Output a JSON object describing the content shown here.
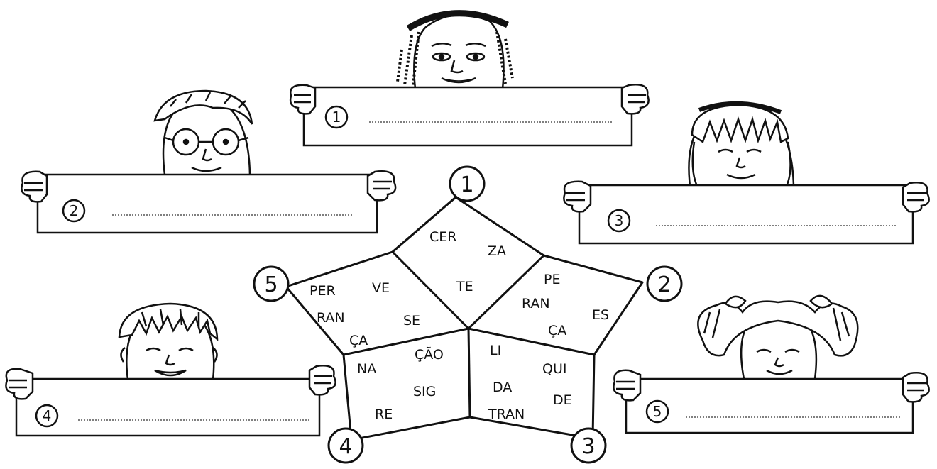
{
  "colors": {
    "ink": "#111111",
    "paper": "#ffffff",
    "line": "#555555"
  },
  "children": [
    {
      "number": "1",
      "answer": ""
    },
    {
      "number": "2",
      "answer": ""
    },
    {
      "number": "3",
      "answer": ""
    },
    {
      "number": "4",
      "answer": ""
    },
    {
      "number": "5",
      "answer": ""
    }
  ],
  "star": {
    "points": [
      "1",
      "2",
      "3",
      "4",
      "5"
    ],
    "regions": [
      {
        "syllables": [
          "CER",
          "ZA",
          "TE"
        ]
      },
      {
        "syllables": [
          "PE",
          "RAN",
          "ES",
          "ÇA"
        ]
      },
      {
        "syllables": [
          "LI",
          "QUI",
          "DA",
          "DE",
          "TRAN"
        ]
      },
      {
        "syllables": [
          "NA",
          "ÇÃO",
          "SIG",
          "RE"
        ]
      },
      {
        "syllables": [
          "PER",
          "VE",
          "RAN",
          "SE",
          "ÇA"
        ]
      }
    ]
  }
}
